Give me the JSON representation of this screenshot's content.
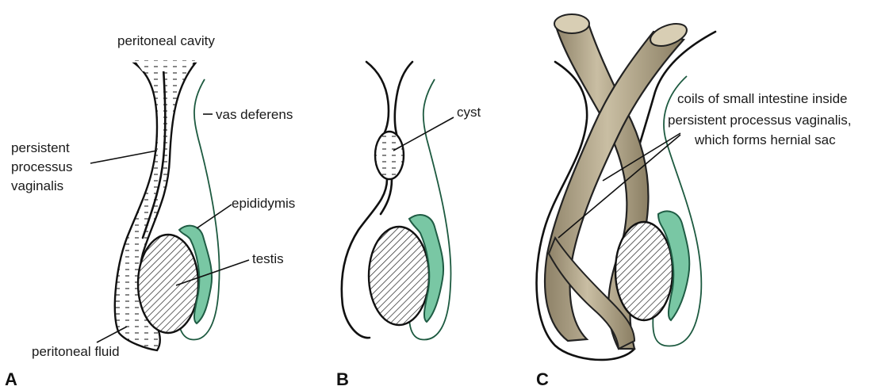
{
  "figure": {
    "panels": [
      {
        "id": "A",
        "letter": "A"
      },
      {
        "id": "B",
        "letter": "B"
      },
      {
        "id": "C",
        "letter": "C"
      }
    ],
    "labels": {
      "peritoneal_cavity": "peritoneal cavity",
      "vas_deferens": "vas deferens",
      "persistent_processus_line1": "persistent",
      "persistent_processus_line2": "processus",
      "persistent_processus_line3": "vaginalis",
      "epididymis": "epididymis",
      "testis": "testis",
      "peritoneal_fluid": "peritoneal fluid",
      "cyst": "cyst",
      "hernia_line1": "coils of small intestine inside",
      "hernia_line2": "persistent processus vaginalis,",
      "hernia_line3": "which forms hernial sac"
    },
    "colors": {
      "epididymis_fill": "#79c7a4",
      "scrotal_wall": "#1d5a40",
      "intestine_fill": "#b3a68a",
      "outline": "#111111",
      "background": "#ffffff"
    }
  }
}
